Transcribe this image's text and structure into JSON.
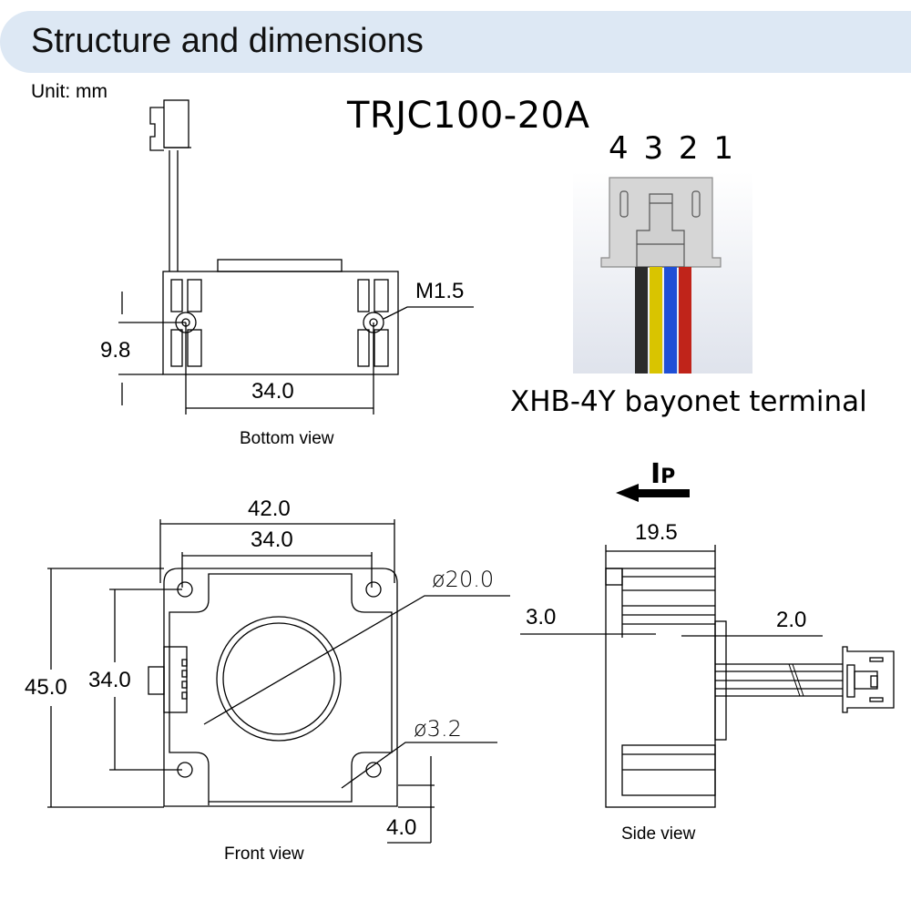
{
  "header": {
    "title": "Structure and dimensions"
  },
  "unit": "Unit: mm",
  "model": "TRJC100-20A",
  "connector": {
    "pin_numbers": "4 3 2 1",
    "label": "XHB-4Y bayonet terminal",
    "wires": [
      {
        "pin": 4,
        "color_name": "black",
        "color": "#2b2b2b"
      },
      {
        "pin": 3,
        "color_name": "yellow",
        "color": "#d9c400"
      },
      {
        "pin": 2,
        "color_name": "blue",
        "color": "#1f4fd6"
      },
      {
        "pin": 1,
        "color_name": "red",
        "color": "#c0241a"
      }
    ],
    "housing_color": "#d6d6d6"
  },
  "bottom_view": {
    "caption": "Bottom view",
    "dimensions": {
      "hole_offset": "9.8",
      "hole_spacing": "34.0",
      "screw": "M1.5"
    }
  },
  "front_view": {
    "caption": "Front view",
    "dimensions": {
      "overall_width": "42.0",
      "hole_spacing_h": "34.0",
      "overall_height": "45.0",
      "hole_spacing_v": "34.0",
      "aperture_diameter": "ø20.0",
      "hole_diameter": "ø3.2",
      "base_offset": "4.0"
    }
  },
  "side_view": {
    "caption": "Side view",
    "current_direction_label": {
      "main": "I",
      "sub": "P"
    },
    "dimensions": {
      "depth": "19.5",
      "flange": "3.0",
      "connector_offset": "2.0"
    }
  },
  "colors": {
    "header_bg": "#dde8f4",
    "line": "#000000"
  }
}
